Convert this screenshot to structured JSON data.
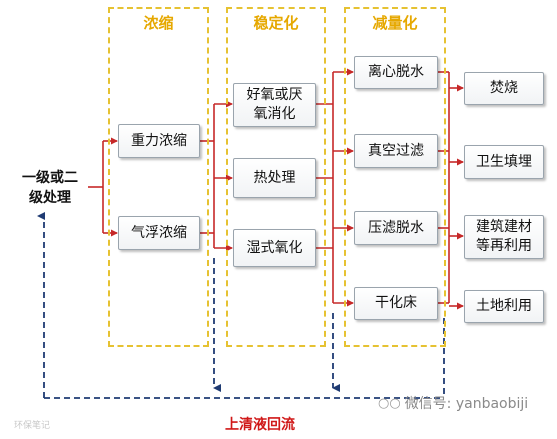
{
  "groups": {
    "concentration": "浓缩",
    "stabilization": "稳定化",
    "reduction": "减量化"
  },
  "source": {
    "line1": "一级或二",
    "line2": "级处理"
  },
  "concentration_items": [
    "重力浓缩",
    "气浮浓缩"
  ],
  "stabilization_items": [
    {
      "line1": "好氧或厌",
      "line2": "氧消化"
    },
    {
      "line1": "热处理",
      "line2": ""
    },
    {
      "line1": "湿式氧化",
      "line2": ""
    }
  ],
  "reduction_items": [
    "离心脱水",
    "真空过滤",
    "压滤脱水",
    "干化床"
  ],
  "disposal_items": [
    {
      "line1": "焚烧",
      "line2": ""
    },
    {
      "line1": "卫生填埋",
      "line2": ""
    },
    {
      "line1": "建筑建材",
      "line2": "等再利用"
    },
    {
      "line1": "土地利用",
      "line2": ""
    }
  ],
  "return_flow_label": "上清液回流",
  "watermark": {
    "wechat": "微信号: yanbaobiji",
    "left": "环保笔记"
  },
  "colors": {
    "arrow": "#c62828",
    "return": "#1f3b73",
    "group_border": "#e6c232",
    "group_title": "#e6a800"
  }
}
